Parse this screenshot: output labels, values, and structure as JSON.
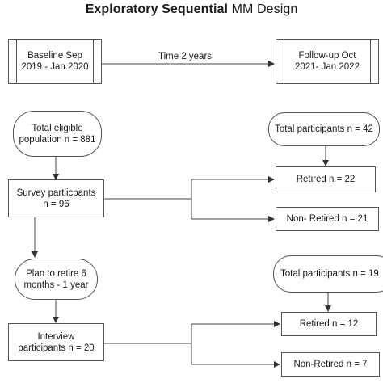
{
  "title": {
    "bold": "Exploratory Sequential",
    "regular": " MM Design"
  },
  "timeline": {
    "baseline": "Baseline Sep\n2019 -  Jan 2020",
    "arrow_label": "Time 2 years",
    "followup": "Follow-up Oct\n2021- Jan 2022"
  },
  "quantitative": {
    "eligible": "Total eligible\npopulation n = 881",
    "survey": "Survey partiicpants\nn = 96",
    "total": "Total participants n = 42",
    "retired": "Retired n = 22",
    "non_retired": "Non- Retired n = 21"
  },
  "qualitative": {
    "plan": "Plan to retire 6\nmonths - 1 year",
    "interview": "Interview\nparticipants n = 20",
    "total": "Total participants n = 19",
    "retired": "Retired n = 12",
    "non_retired": "Non-Retired n = 7"
  }
}
